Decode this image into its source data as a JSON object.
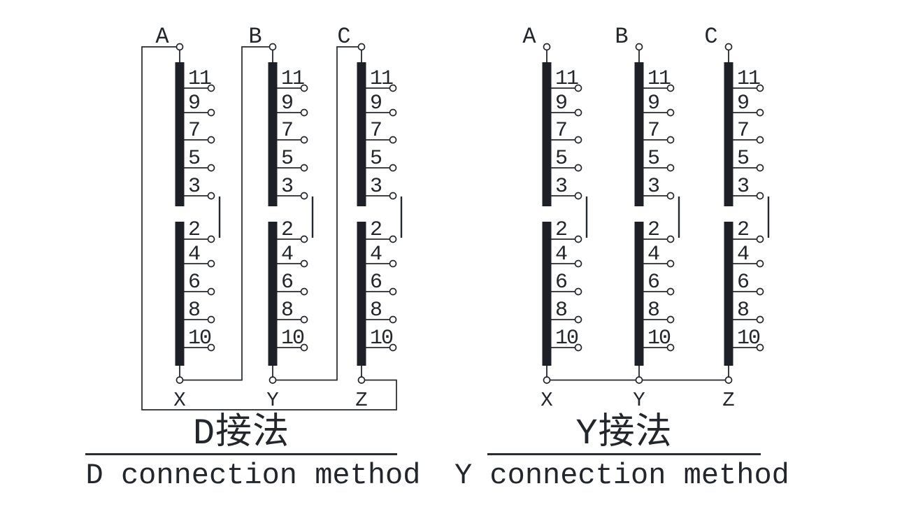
{
  "figure": {
    "background": "#ffffff",
    "line_color": "#24272c",
    "bar_color": "#1d2127",
    "text_color": "#23262b"
  },
  "diagrams": [
    {
      "name": "D",
      "connection": "delta",
      "title_cn": "D接法",
      "title_en": "D connection method",
      "phase_labels": [
        "A",
        "B",
        "C"
      ],
      "neutral_labels": [
        "X",
        "Y",
        "Z"
      ],
      "upper_tap_labels": [
        "11",
        "9",
        "7",
        "5",
        "3"
      ],
      "lower_tap_labels": [
        "2",
        "4",
        "6",
        "8",
        "10"
      ]
    },
    {
      "name": "Y",
      "connection": "wye",
      "title_cn": "Y接法",
      "title_en": "Y connection method",
      "phase_labels": [
        "A",
        "B",
        "C"
      ],
      "neutral_labels": [
        "X",
        "Y",
        "Z"
      ],
      "upper_tap_labels": [
        "11",
        "9",
        "7",
        "5",
        "3"
      ],
      "lower_tap_labels": [
        "2",
        "4",
        "6",
        "8",
        "10"
      ]
    }
  ]
}
